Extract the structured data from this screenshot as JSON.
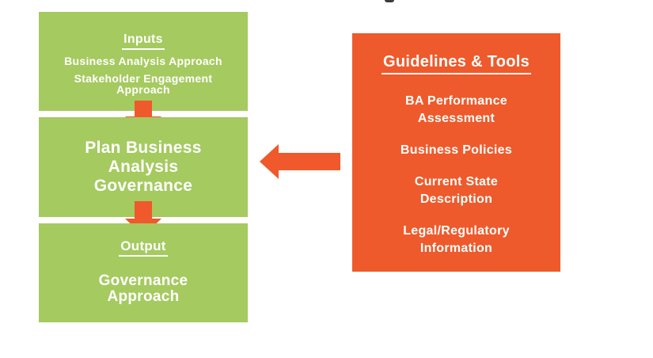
{
  "colors": {
    "box_green": "#a5ca60",
    "box_orange": "#ee5a2b",
    "arrow_orange": "#f0592b",
    "text_white": "#ffffff"
  },
  "icons": {
    "down_arrow_1": "down-arrow-icon",
    "down_arrow_2": "down-arrow-icon",
    "left_arrow": "left-arrow-icon"
  },
  "inputs_box": {
    "heading": "Inputs",
    "item1": "Business Analysis Approach",
    "item2_lines": [
      "Stakeholder Engagement",
      "Approach"
    ]
  },
  "process_box": {
    "lines": [
      "Plan Business",
      "Analysis",
      "Governance"
    ]
  },
  "output_box": {
    "heading": "Output",
    "item_lines": [
      "Governance",
      "Approach"
    ]
  },
  "guidelines_box": {
    "heading": "Guidelines & Tools",
    "items": [
      {
        "lines": [
          "BA Performance",
          "Assessment"
        ]
      },
      {
        "lines": [
          "Business Policies"
        ]
      },
      {
        "lines": [
          "Current State",
          "Description"
        ]
      },
      {
        "lines": [
          "Legal/Regulatory",
          "Information"
        ]
      }
    ]
  }
}
